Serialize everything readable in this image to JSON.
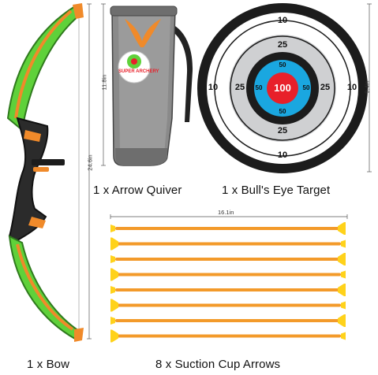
{
  "captions": {
    "quiver": "1 x Arrow Quiver",
    "target": "1 x Bull's Eye Target",
    "bow": "1 x Bow",
    "arrows": "8 x Suction Cup Arrows"
  },
  "dimensions": {
    "bow_height": "24.6in",
    "quiver_height": "11.8in",
    "target_diameter": "9.4in",
    "arrow_length": "16.1in"
  },
  "quiver_logo": "SUPER ARCHERY",
  "target": {
    "outer": "10",
    "middle": "25",
    "inner": "50",
    "bullseye": "100"
  },
  "arrow_count": 8,
  "colors": {
    "bow_green": "#5fd13a",
    "bow_orange": "#f08a2a",
    "quiver_gray": "#8a8a8a",
    "target_black": "#1c1c1c",
    "target_gray": "#cfd0d2",
    "target_blue": "#1aa7e0",
    "target_red": "#e8202a",
    "arrow_orange": "#f39a2a",
    "cup_yellow": "#ffd21a"
  }
}
